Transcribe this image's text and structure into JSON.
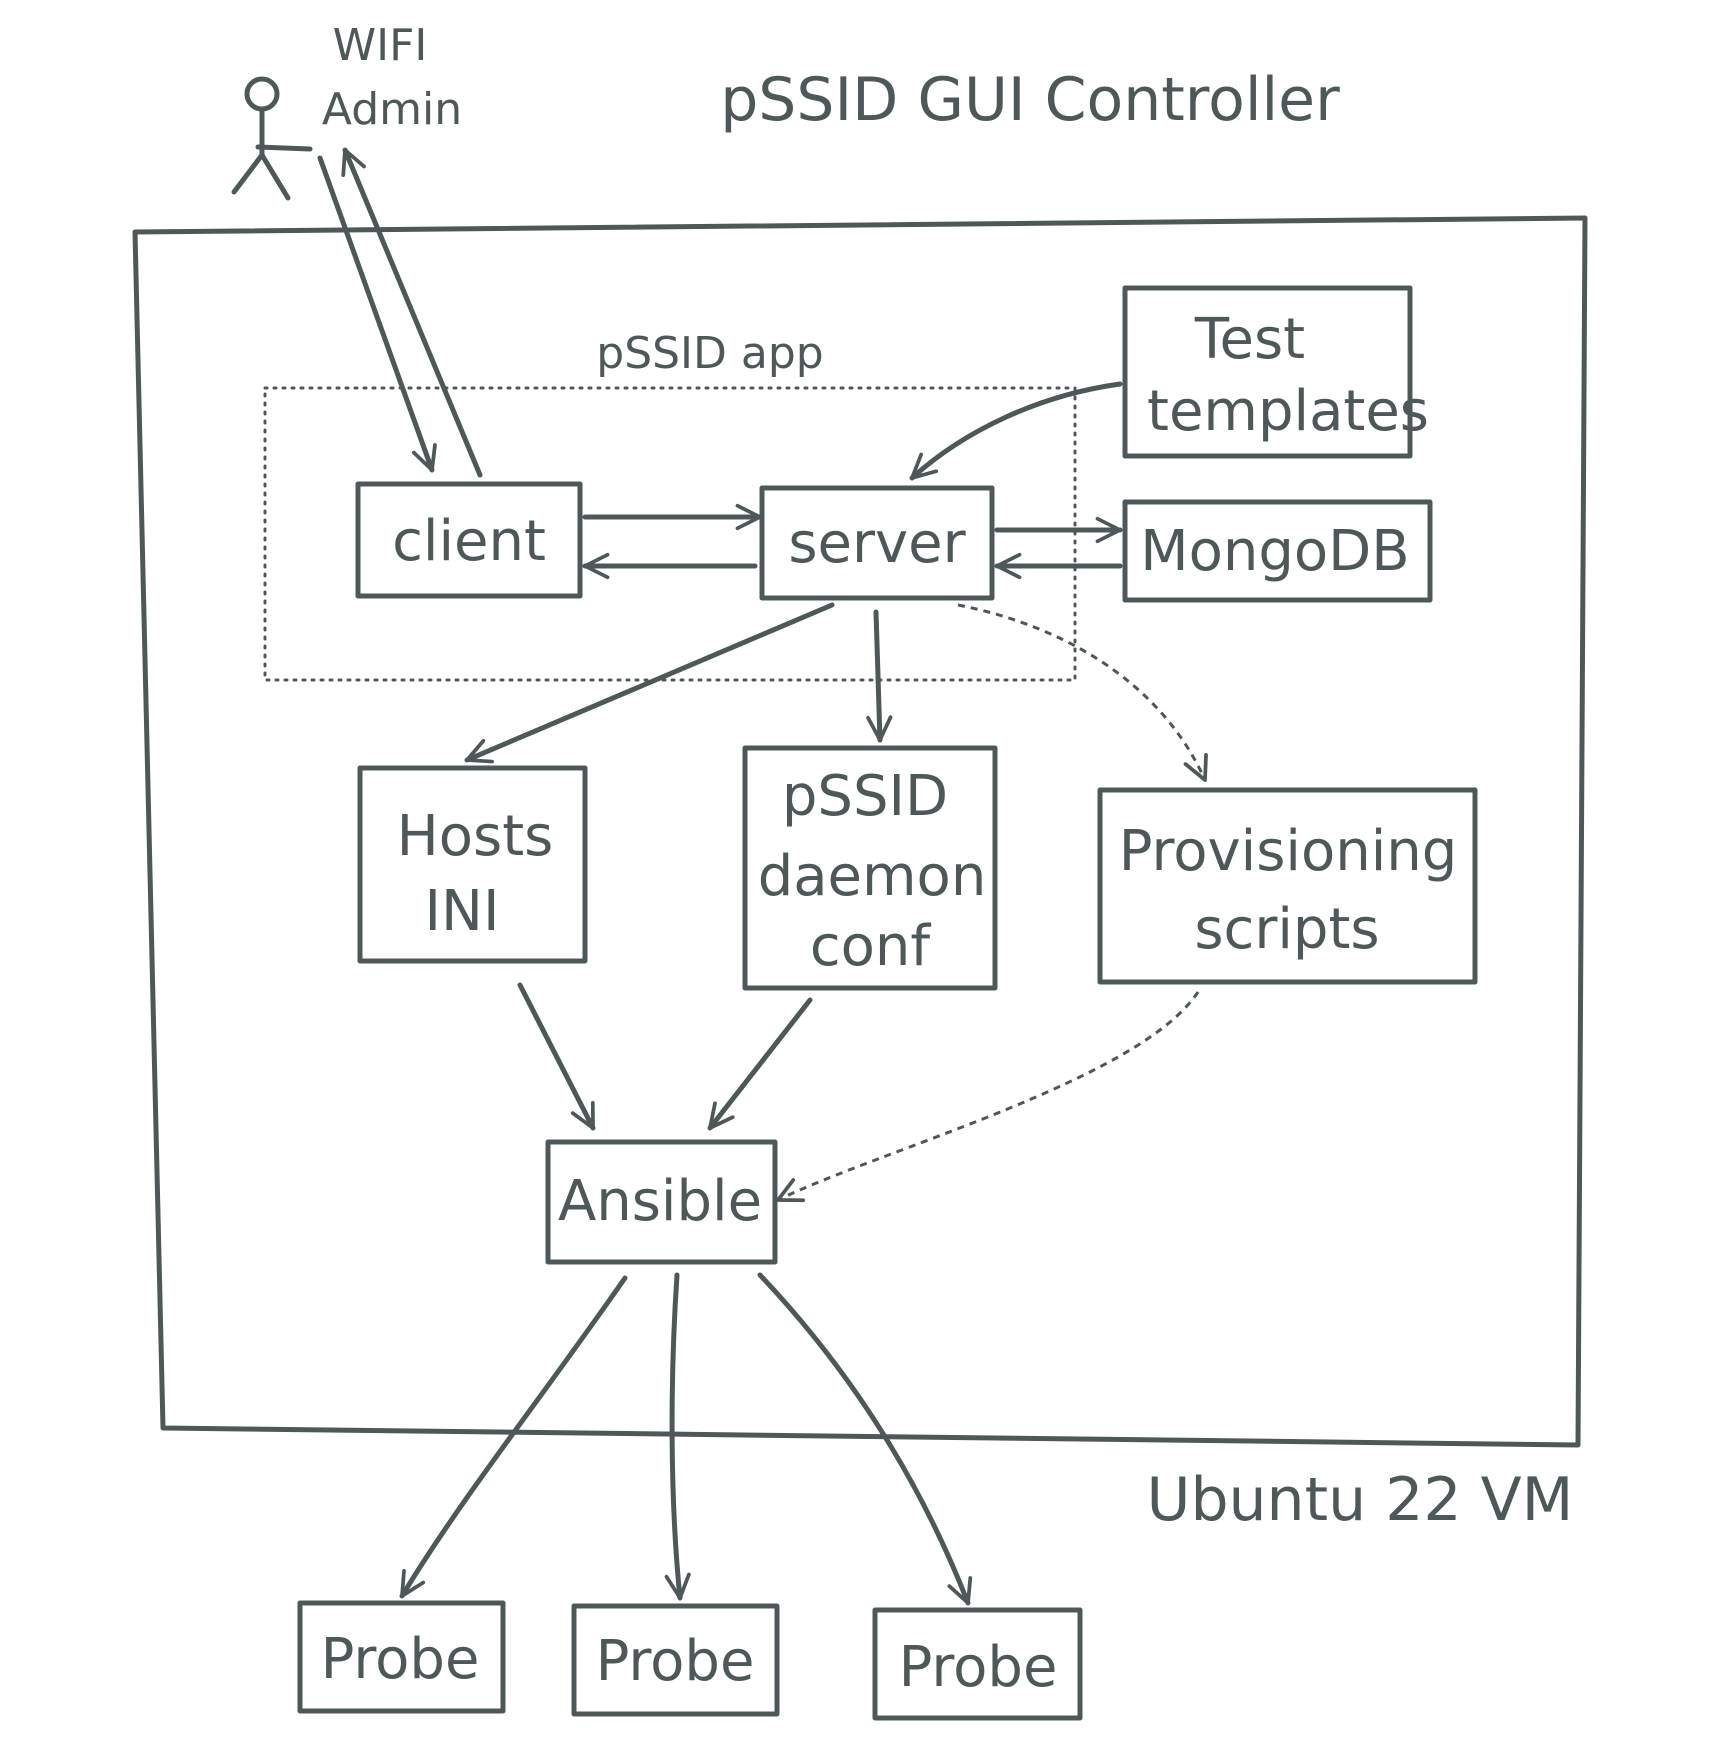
{
  "diagram": {
    "title": "pSSID GUI Controller",
    "actor": {
      "line1": "WIFI",
      "line2": "Admin"
    },
    "vm_label": "Ubuntu 22 VM",
    "app_label": "pSSID app",
    "nodes": {
      "client": "client",
      "server": "server",
      "mongodb": "MongoDB",
      "test_templates": {
        "line1": "Test",
        "line2": "templates"
      },
      "hosts_ini": {
        "line1": "Hosts",
        "line2": "INI"
      },
      "daemon_conf": {
        "line1": "pSSID",
        "line2": "daemon",
        "line3": "conf"
      },
      "provisioning": {
        "line1": "Provisioning",
        "line2": "scripts"
      },
      "ansible": "Ansible",
      "probes": [
        "Probe",
        "Probe",
        "Probe"
      ]
    },
    "edges": [
      {
        "from": "WIFI Admin",
        "to": "client",
        "style": "solid"
      },
      {
        "from": "client",
        "to": "WIFI Admin",
        "style": "solid"
      },
      {
        "from": "client",
        "to": "server",
        "style": "solid"
      },
      {
        "from": "server",
        "to": "client",
        "style": "solid"
      },
      {
        "from": "server",
        "to": "MongoDB",
        "style": "solid"
      },
      {
        "from": "MongoDB",
        "to": "server",
        "style": "solid"
      },
      {
        "from": "Test templates",
        "to": "server",
        "style": "solid"
      },
      {
        "from": "server",
        "to": "Hosts INI",
        "style": "solid"
      },
      {
        "from": "server",
        "to": "pSSID daemon conf",
        "style": "solid"
      },
      {
        "from": "server",
        "to": "Provisioning scripts",
        "style": "dashed"
      },
      {
        "from": "Hosts INI",
        "to": "Ansible",
        "style": "solid"
      },
      {
        "from": "pSSID daemon conf",
        "to": "Ansible",
        "style": "solid"
      },
      {
        "from": "Provisioning scripts",
        "to": "Ansible",
        "style": "dashed"
      },
      {
        "from": "Ansible",
        "to": "Probe",
        "style": "solid"
      },
      {
        "from": "Ansible",
        "to": "Probe",
        "style": "solid"
      },
      {
        "from": "Ansible",
        "to": "Probe",
        "style": "solid"
      }
    ]
  }
}
